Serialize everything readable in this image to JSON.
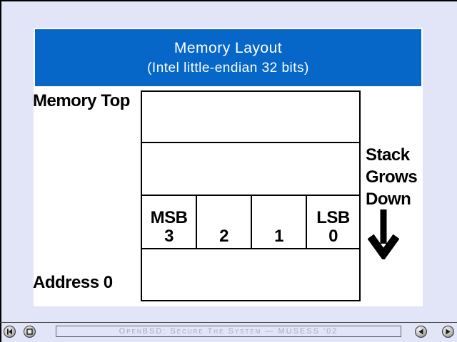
{
  "colors": {
    "background": "#e2e4f8",
    "title_bar": "#0667c8",
    "slide_bg": "#ffffff",
    "text": "#000000",
    "status_text": "#a6aac2"
  },
  "title_bar": {
    "line1": "Memory Layout",
    "line2": "(Intel little-endian 32 bits)"
  },
  "diagram": {
    "label_memory_top": "Memory Top",
    "label_address_zero": "Address 0",
    "stack_label_lines": [
      "Stack",
      "Grows",
      "Down"
    ],
    "byte_cells": [
      {
        "tag": "MSB",
        "num": "3"
      },
      {
        "tag": "",
        "num": "2"
      },
      {
        "tag": "",
        "num": "1"
      },
      {
        "tag": "LSB",
        "num": "0"
      }
    ]
  },
  "footer": {
    "status_text": "OpenBSD: Secure The System — MUSESS '02"
  }
}
